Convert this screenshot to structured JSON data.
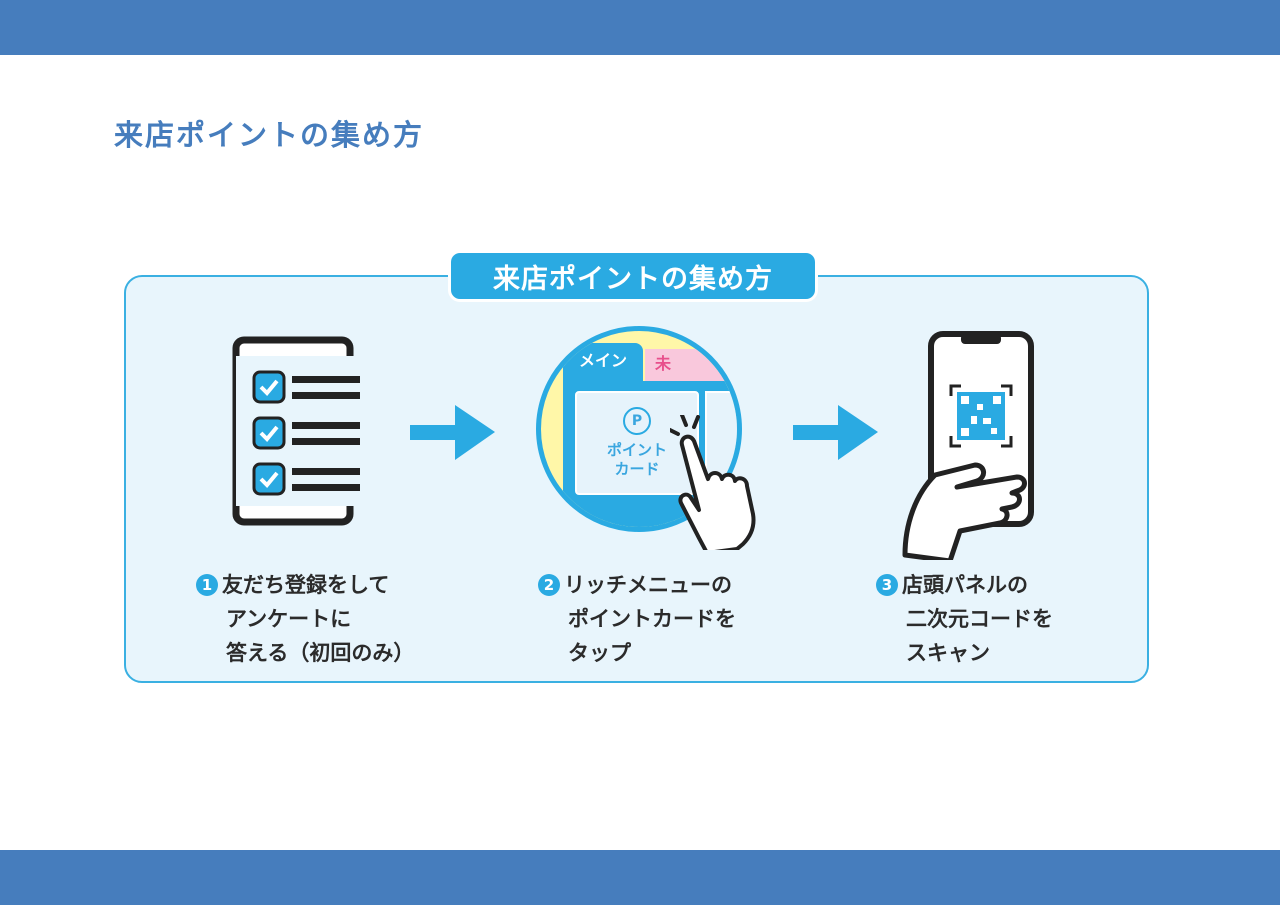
{
  "header": {
    "title": "来店ポイントの集め方"
  },
  "figure": {
    "badge": "来店ポイントの集め方",
    "richmenu": {
      "tab_main": "メイン",
      "tab_other": "未",
      "card_icon": "P",
      "card_label_1": "ポイント",
      "card_label_2": "カード"
    },
    "steps": [
      {
        "number": "1",
        "lines": [
          "友だち登録をして",
          "アンケートに",
          "答える（初回のみ）"
        ]
      },
      {
        "number": "2",
        "lines": [
          "リッチメニューの",
          "ポイントカードを",
          "タップ"
        ]
      },
      {
        "number": "3",
        "lines": [
          "店頭パネルの",
          "二次元コードを",
          "スキャン"
        ]
      }
    ]
  },
  "colors": {
    "bar": "#467dbd",
    "accent": "#2aaae2",
    "panel": "#e8f5fc"
  }
}
